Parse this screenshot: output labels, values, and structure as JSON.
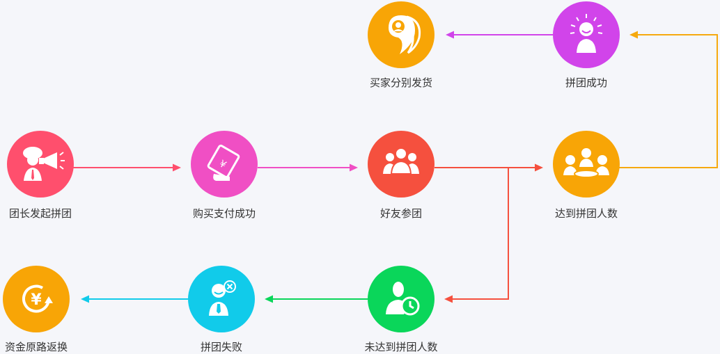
{
  "colors": {
    "background": "#f5f6fa",
    "red": "#ff4f6d",
    "pink": "#f04fc4",
    "orange_red": "#f5503e",
    "orange": "#f8a506",
    "purple": "#d144ea",
    "green": "#0ad65a",
    "cyan": "#11cbea",
    "gold": "#f6a90e"
  },
  "nodes": {
    "leader_start": {
      "label": "团长发起拼团",
      "icon": "leader-megaphone-icon"
    },
    "payment": {
      "label": "购买支付成功",
      "icon": "payment-card-icon"
    },
    "friends_join": {
      "label": "好友参团",
      "icon": "group-people-icon"
    },
    "reach_count": {
      "label": "达到拼团人数",
      "icon": "meeting-table-icon"
    },
    "group_success": {
      "label": "拼团成功",
      "icon": "happy-person-icon"
    },
    "ship": {
      "label": "买家分别发货",
      "icon": "shipping-badge-icon"
    },
    "not_reach": {
      "label": "未达到拼团人数",
      "icon": "person-clock-icon"
    },
    "group_fail": {
      "label": "拼团失败",
      "icon": "person-cancel-icon"
    },
    "refund": {
      "label": "资金原路返换",
      "icon": "refund-yen-icon"
    }
  }
}
